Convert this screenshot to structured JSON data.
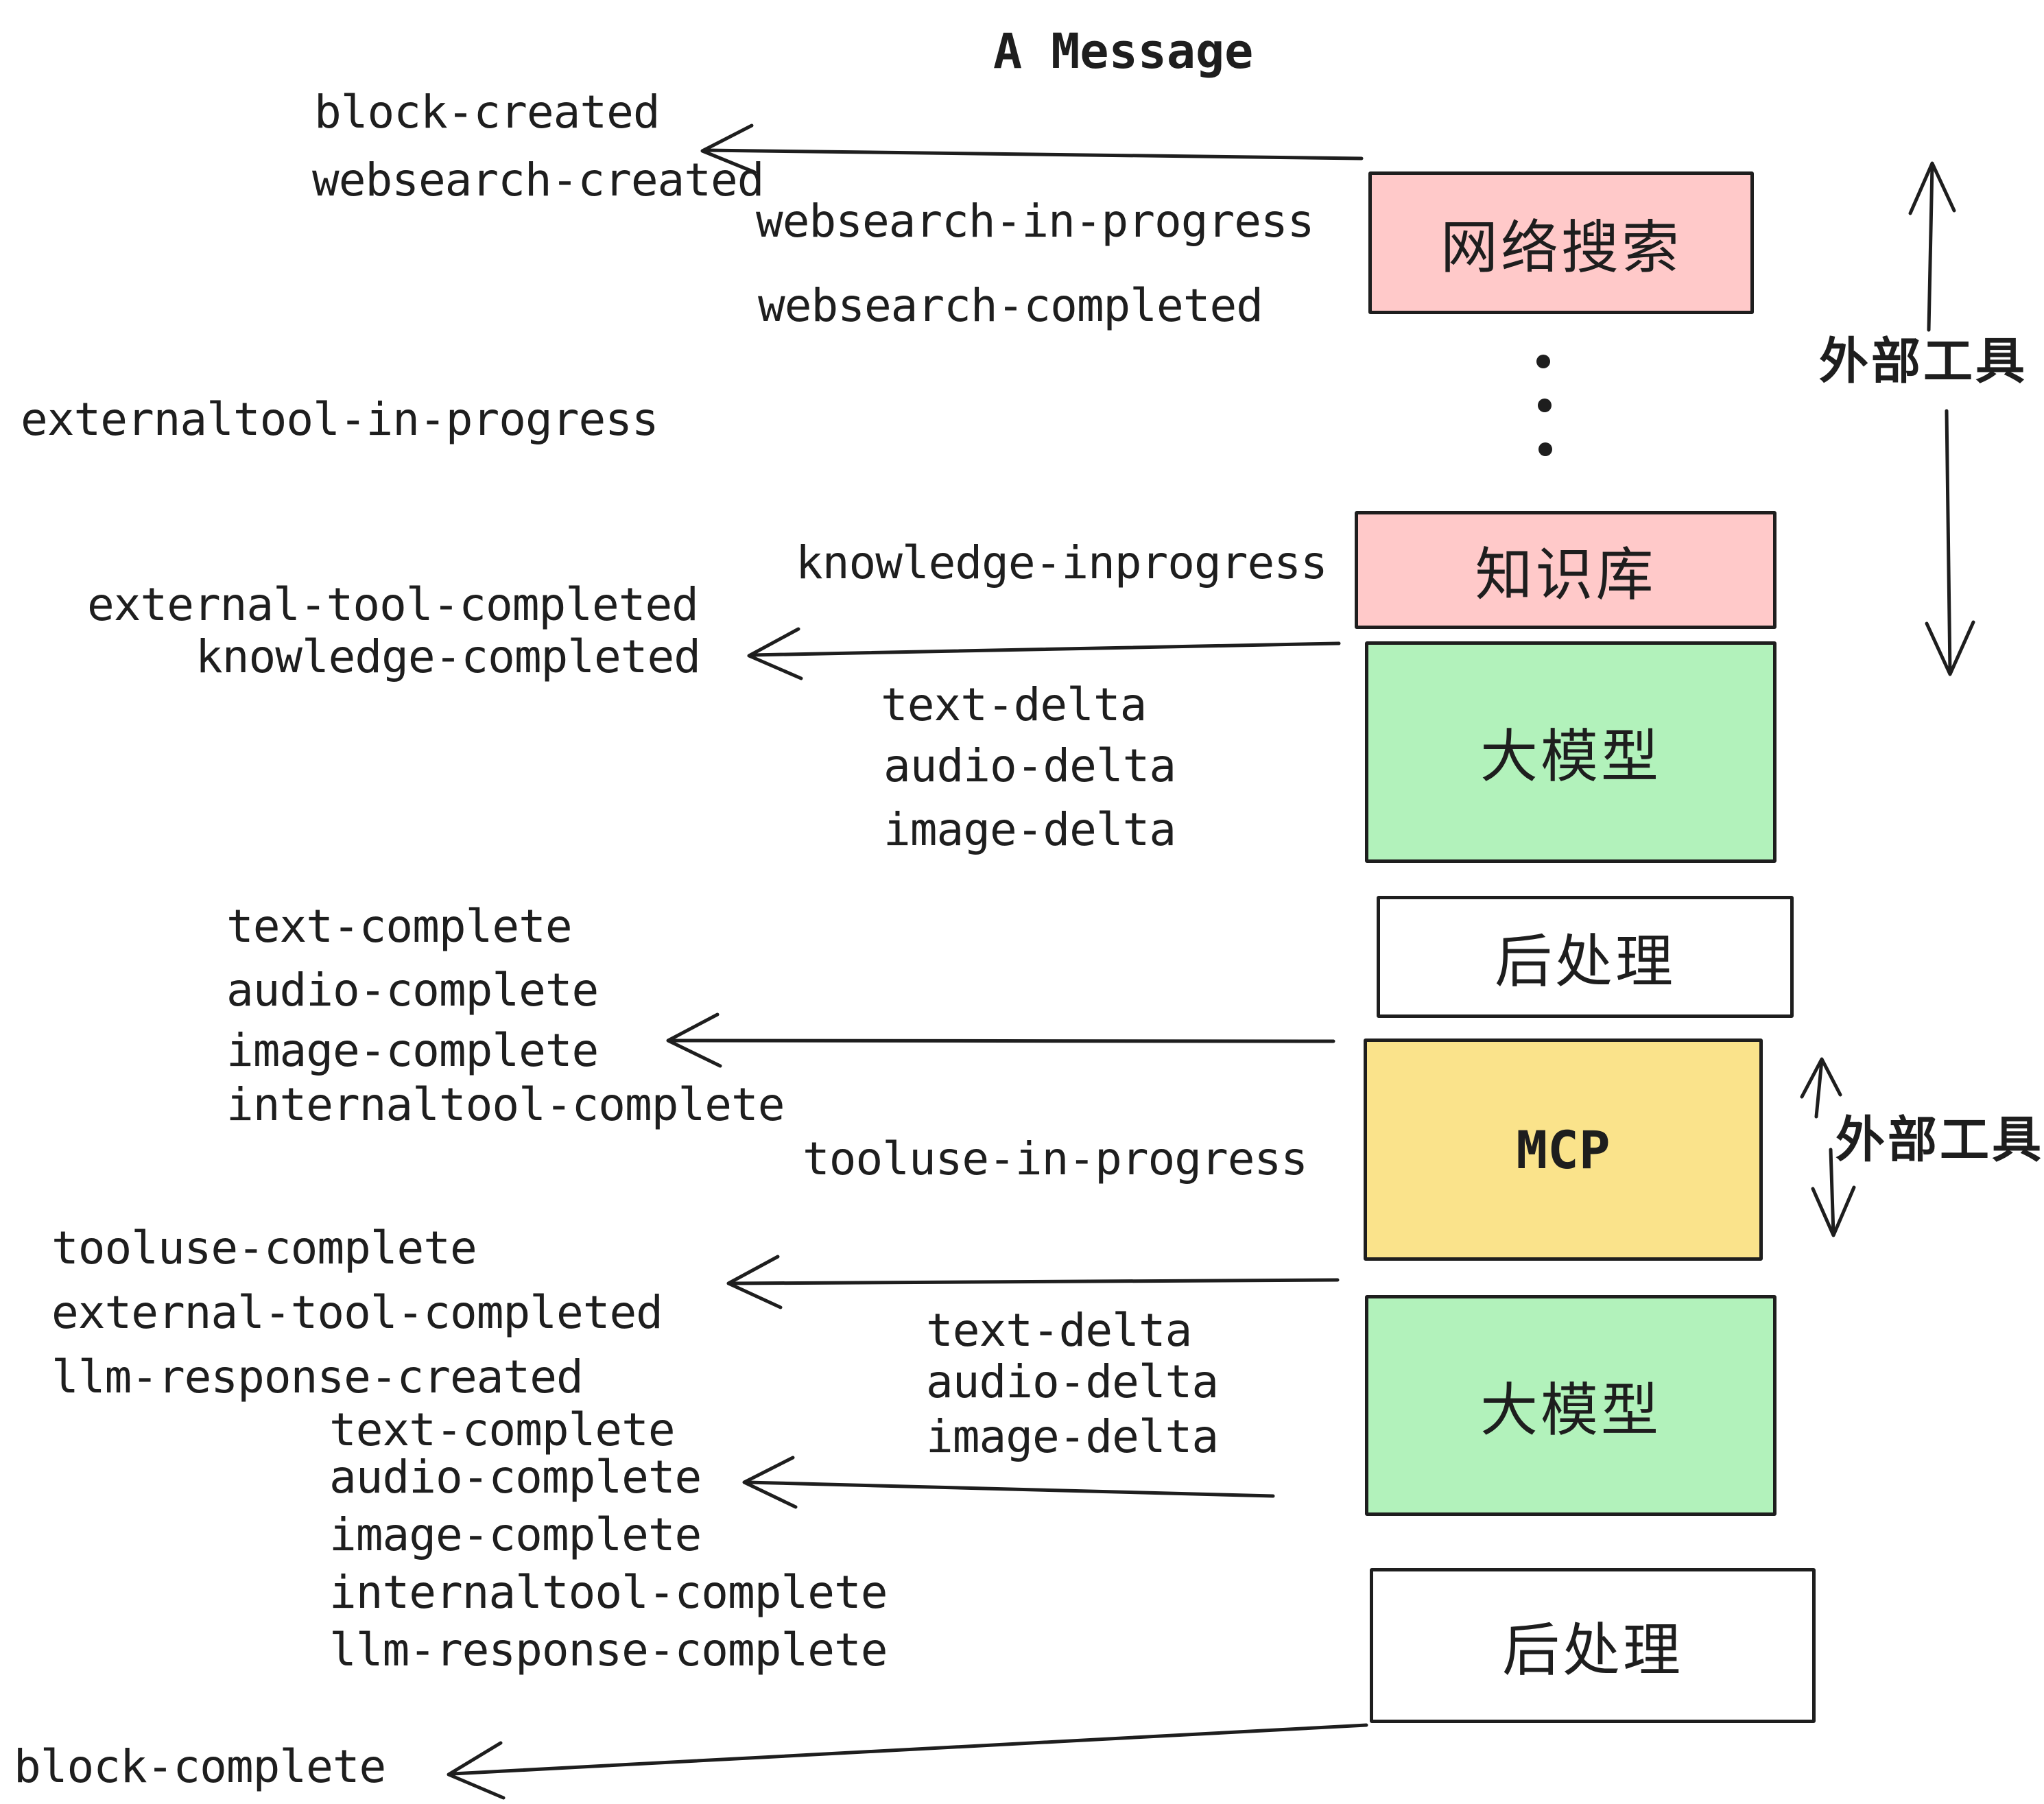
{
  "title": "A Message",
  "palette": {
    "background": "#FFFFFF",
    "ink": "#1E1E1E",
    "external_tool_box": "#FFC9C9",
    "llm_box": "#B2F2BB",
    "mcp_box": "#FAE38B",
    "post_process_box": "#FFFFFF"
  },
  "icons": {
    "left-arrow": "←",
    "up-arrow": "↑",
    "down-arrow": "↓",
    "vertical-ellipsis": "⋮"
  },
  "boxes": {
    "websearch": {
      "label": "网络搜索"
    },
    "knowledge": {
      "label": "知识库"
    },
    "llm1": {
      "label": "大模型"
    },
    "post1": {
      "label": "后处理"
    },
    "mcp": {
      "label": "MCP"
    },
    "llm2": {
      "label": "大模型"
    },
    "post2": {
      "label": "后处理"
    }
  },
  "side_labels": {
    "external_tools_top": "外部工具",
    "external_tools_mcp": "外部工具"
  },
  "events": {
    "block_created": "block-created",
    "websearch_created": "websearch-created",
    "websearch_in_progress": "websearch-in-progress",
    "websearch_completed": "websearch-completed",
    "externaltool_in_progress": "externaltool-in-progress",
    "knowledge_inprogress": "knowledge-inprogress",
    "external_tool_completed_1": "external-tool-completed",
    "knowledge_completed": "knowledge-completed",
    "text_delta_1": "text-delta",
    "audio_delta_1": "audio-delta",
    "image_delta_1": "image-delta",
    "text_complete_1": "text-complete",
    "audio_complete_1": "audio-complete",
    "image_complete_1": "image-complete",
    "internaltool_complete_1": "internaltool-complete",
    "tooluse_in_progress": "tooluse-in-progress",
    "tooluse_complete": "tooluse-complete",
    "external_tool_completed_2": "external-tool-completed",
    "llm_response_created": "llm-response-created",
    "text_complete_2": "text-complete",
    "audio_complete_2": "audio-complete",
    "image_complete_2": "image-complete",
    "internaltool_complete_2": "internaltool-complete",
    "llm_response_complete": "llm-response-complete",
    "text_delta_2": "text-delta",
    "audio_delta_2": "audio-delta",
    "image_delta_2": "image-delta",
    "block_complete": "block-complete"
  }
}
